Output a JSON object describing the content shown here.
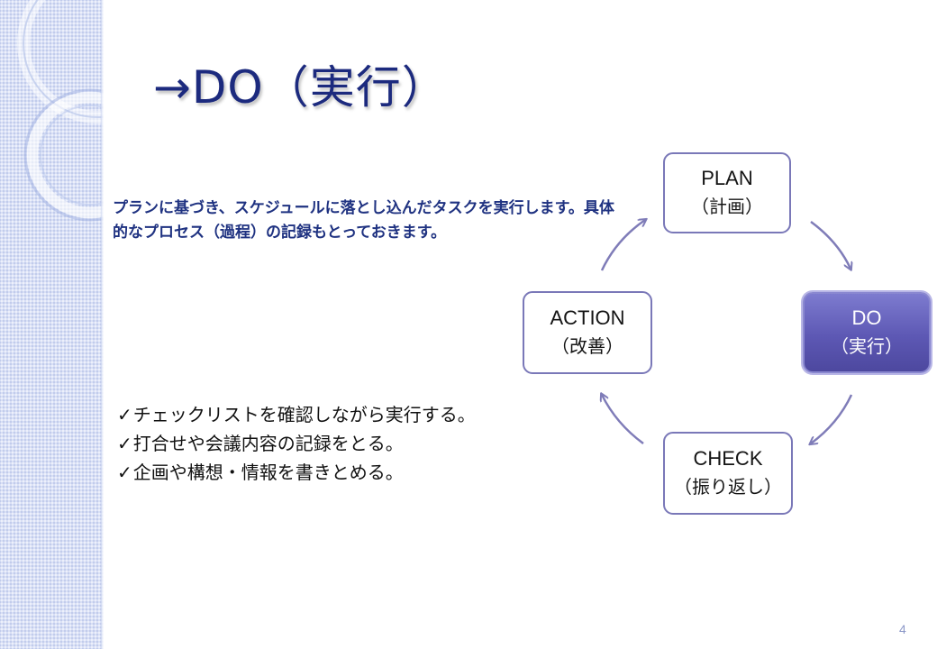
{
  "slide": {
    "title": "→DO（実行）",
    "description": "プランに基づき、スケジュールに落とし込んだタスクを実行します。具体的なプロセス（過程）の記録もとっておきます。",
    "checklist": [
      "チェックリストを確認しながら実行する。",
      "打合せや会議内容の記録をとる。",
      "企画や構想・情報を書きとめる。"
    ],
    "check_symbol": "✓",
    "page_number": "4"
  },
  "cycle": {
    "plan": {
      "main": "PLAN",
      "sub": "（計画）"
    },
    "do": {
      "main": "DO",
      "sub": "（実行）"
    },
    "check": {
      "main": "CHECK",
      "sub": "（振り返し）"
    },
    "action": {
      "main": "ACTION",
      "sub": "（改善）"
    },
    "active_step": "do"
  },
  "colors": {
    "title": "#1c2a7e",
    "description": "#1f3281",
    "box_border": "#7a78b8",
    "active_box": "#5d58b4",
    "arrow": "#7f7cb8",
    "sidebar": "#d9e1f6"
  }
}
